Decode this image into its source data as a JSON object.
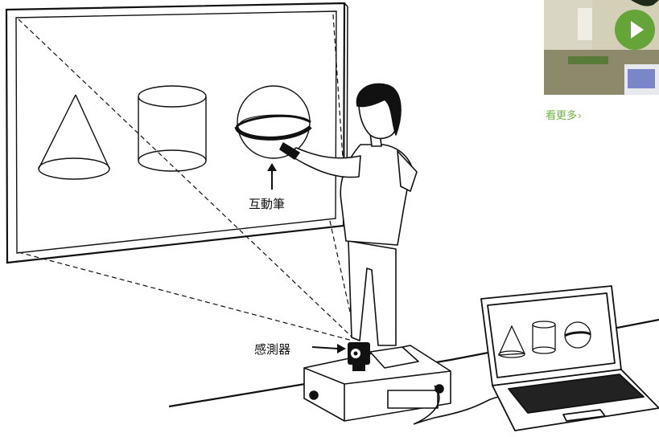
{
  "labels": {
    "pen": "互動筆",
    "sensor": "感測器"
  },
  "video": {
    "more_text": "看更多",
    "more_arrow": "›",
    "play_icon": "play-icon"
  },
  "colors": {
    "accent": "#6db33f",
    "play_button": "#5aa02c",
    "ink": "#111111"
  }
}
